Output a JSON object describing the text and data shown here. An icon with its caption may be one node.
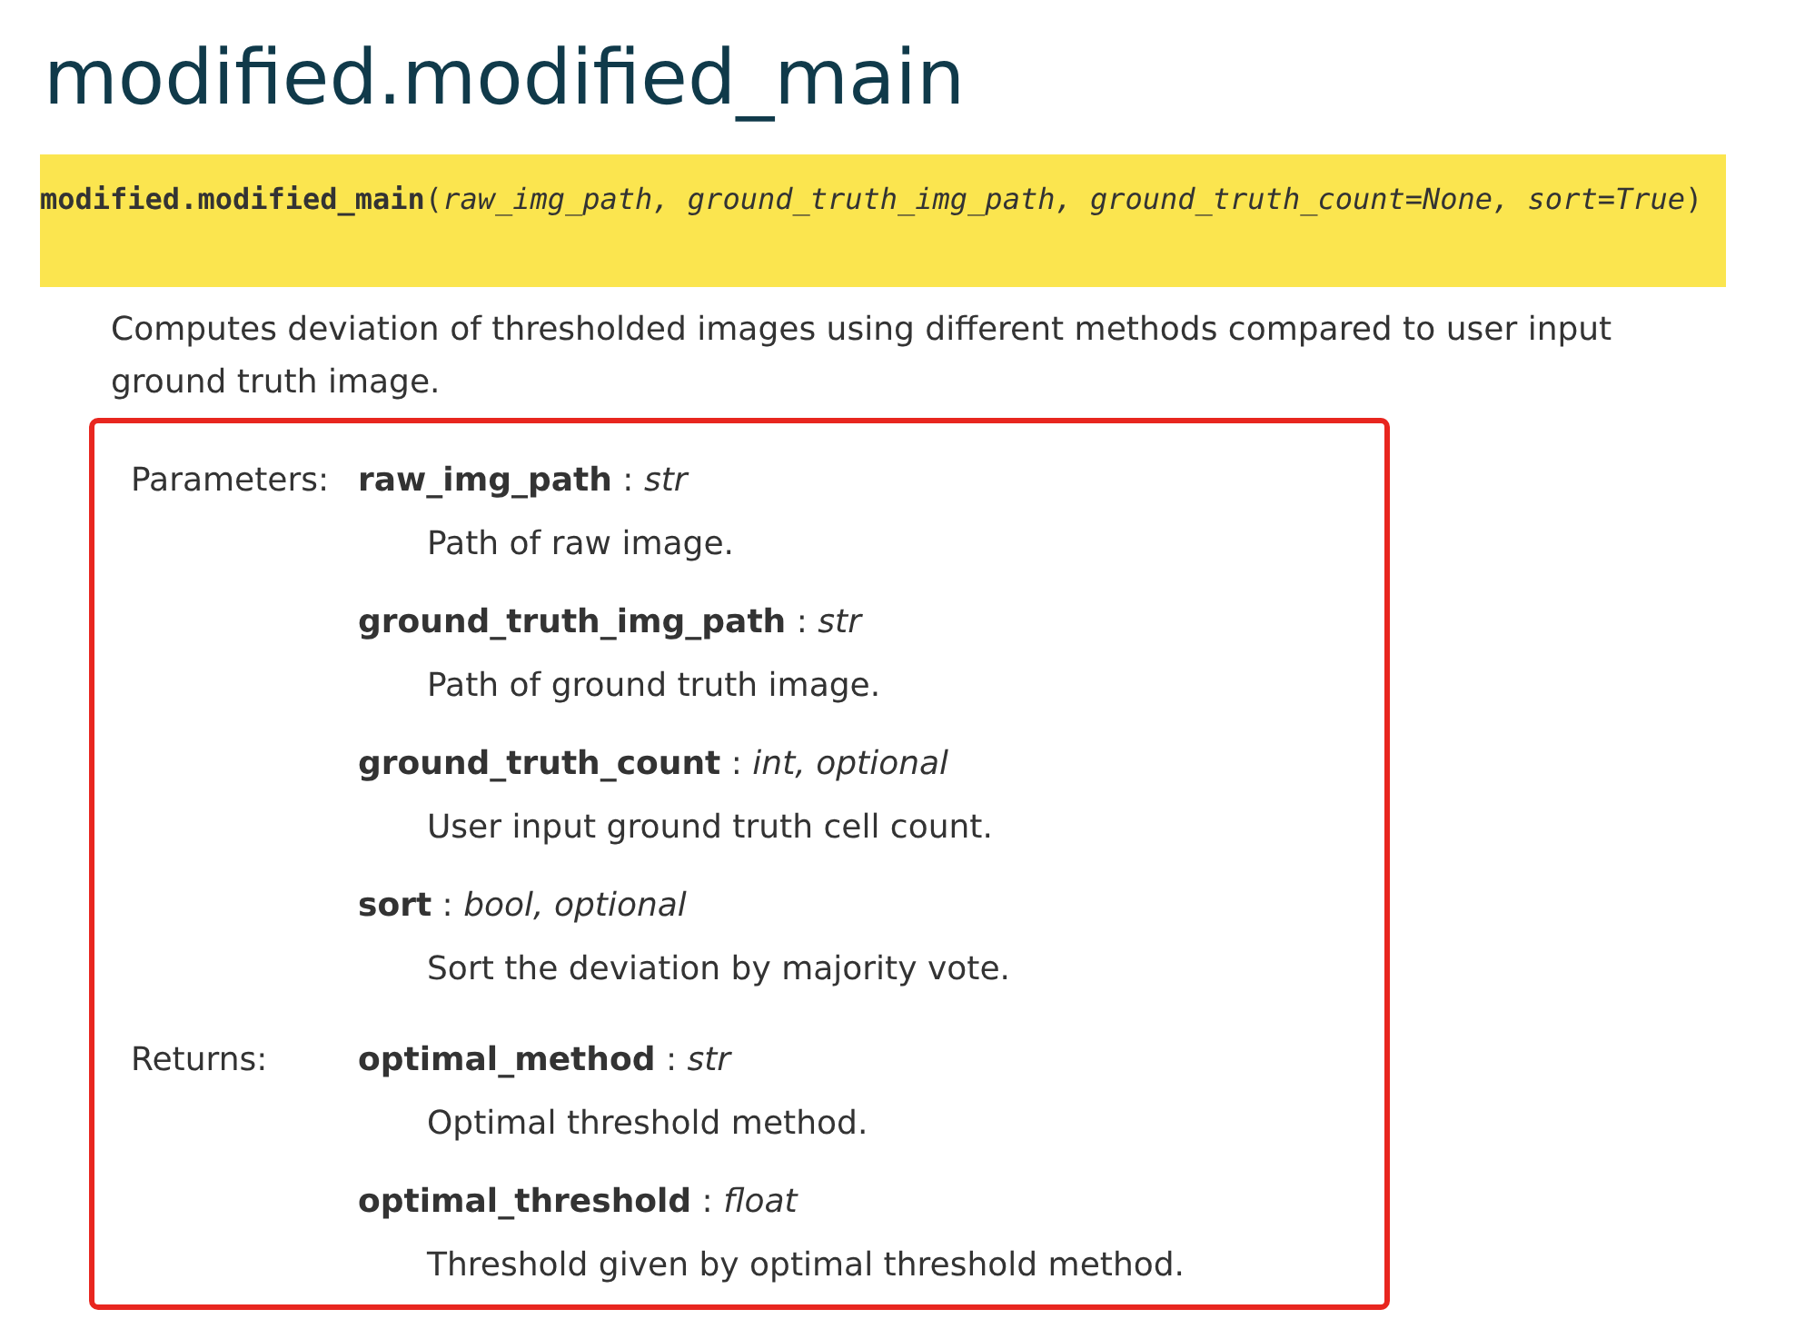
{
  "diagram": {
    "title": "modified.modified_main",
    "nodes": [
      {
        "text": [
          "**modified.modified_main**(*raw_img_path, ground_truth_img_path, ground_truth_count=None, sort=True*)"
        ]
      },
      {
        "text": [
          "Parameters:",
          "**raw_img_path** : *str*",
          "Path of raw image.",
          "**ground_truth_img_path** : *str*",
          "Path of ground truth image.",
          "**ground_truth_count** : *int, optional*",
          "User input ground truth cell count.",
          "**sort** : *bool, optional*",
          "Sort the deviation by majority vote.",
          "Returns:",
          "**optimal_method** : *str*",
          "Optimal threshold method.",
          "**optimal_threshold** : *float*",
          "Threshold given by optimal threshold method."
        ]
      }
    ],
    "edges": [],
    "labels": [
      "Computes deviation of thresholded images using different methods compared to user input ground truth image."
    ]
  }
}
